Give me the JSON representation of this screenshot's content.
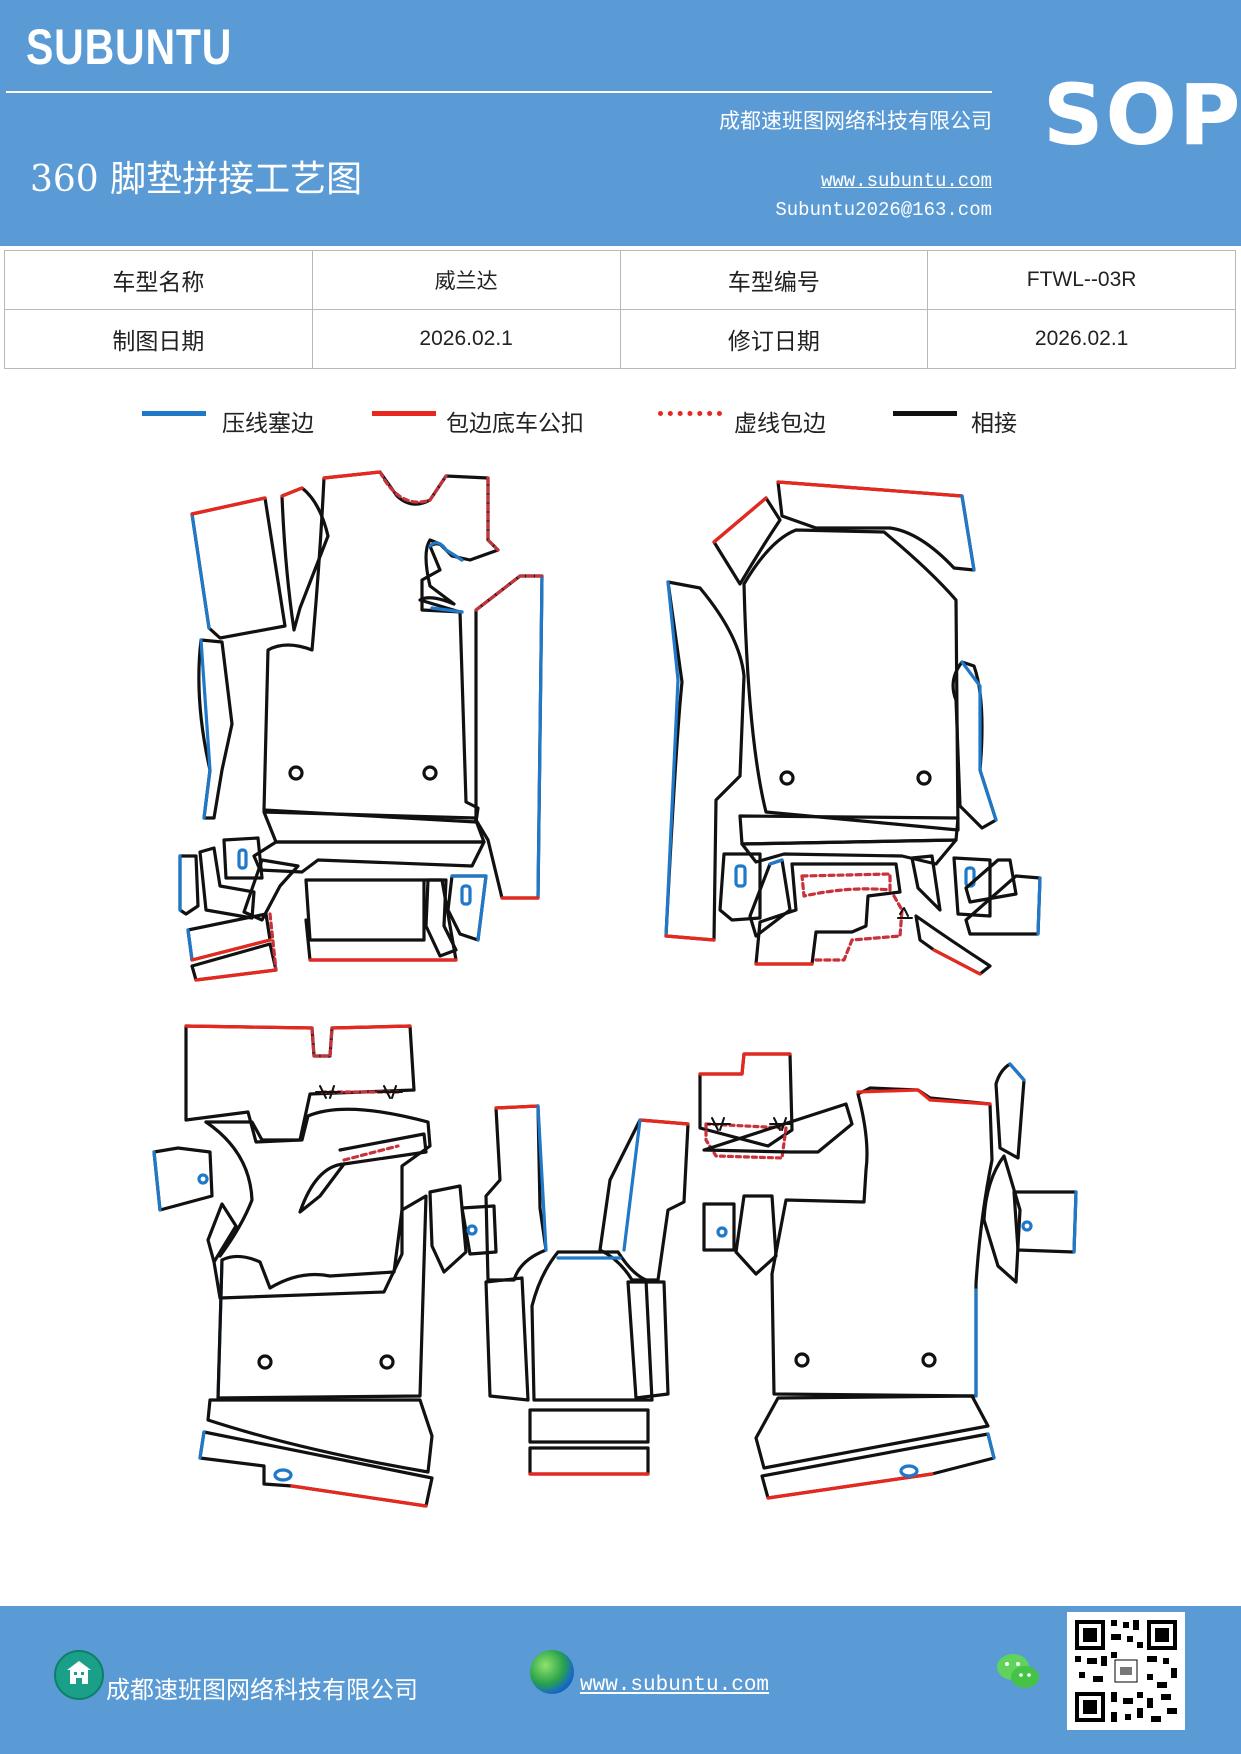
{
  "header": {
    "brand": "SUBUNTU",
    "badge": "SOP",
    "company": "成都速班图网络科技有限公司",
    "title": "360 脚垫拼接工艺图",
    "website": "www.subuntu.com",
    "email": "Subuntu2026@163.com"
  },
  "info_table": {
    "rows": [
      [
        {
          "label": "车型名称"
        },
        {
          "value": "威兰达"
        },
        {
          "label": "车型编号"
        },
        {
          "value": "FTWL--03R"
        }
      ],
      [
        {
          "label": "制图日期"
        },
        {
          "value": "2026.02.1"
        },
        {
          "label": "修订日期"
        },
        {
          "value": "2026.02.1"
        }
      ]
    ]
  },
  "legend": [
    {
      "label": "压线塞边",
      "color": "#1f78c8",
      "style": "solid"
    },
    {
      "label": "包边底车公扣",
      "color": "#e8271f",
      "style": "solid"
    },
    {
      "label": "虚线包边",
      "color": "#e8271f",
      "style": "dotted"
    },
    {
      "label": "相接",
      "color": "#111111",
      "style": "solid"
    }
  ],
  "colors": {
    "header_blue": "#5b9bd5",
    "press_line_blue": "#1f78c8",
    "binding_red": "#e8271f",
    "dashed_red": "#c8323a",
    "join_black": "#111111"
  },
  "footer": {
    "company": "成都速班图网络科技有限公司",
    "website": "www.subuntu.com",
    "icons": [
      "home-icon",
      "globe-icon",
      "wechat-icon",
      "qr-code"
    ]
  }
}
